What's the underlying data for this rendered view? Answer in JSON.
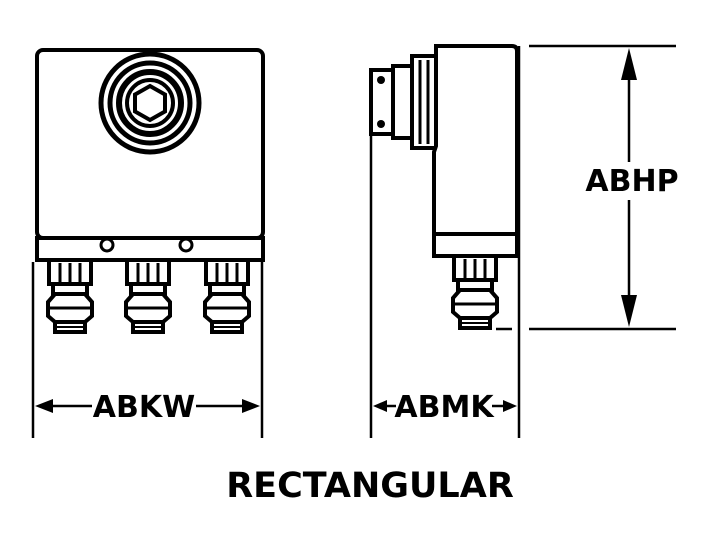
{
  "dimensions": {
    "width_label": "ABKW",
    "depth_label": "ABMK",
    "height_label": "ABHP"
  },
  "caption": "RECTANGULAR",
  "colors": {
    "line": "#000000",
    "background": "#ffffff"
  }
}
